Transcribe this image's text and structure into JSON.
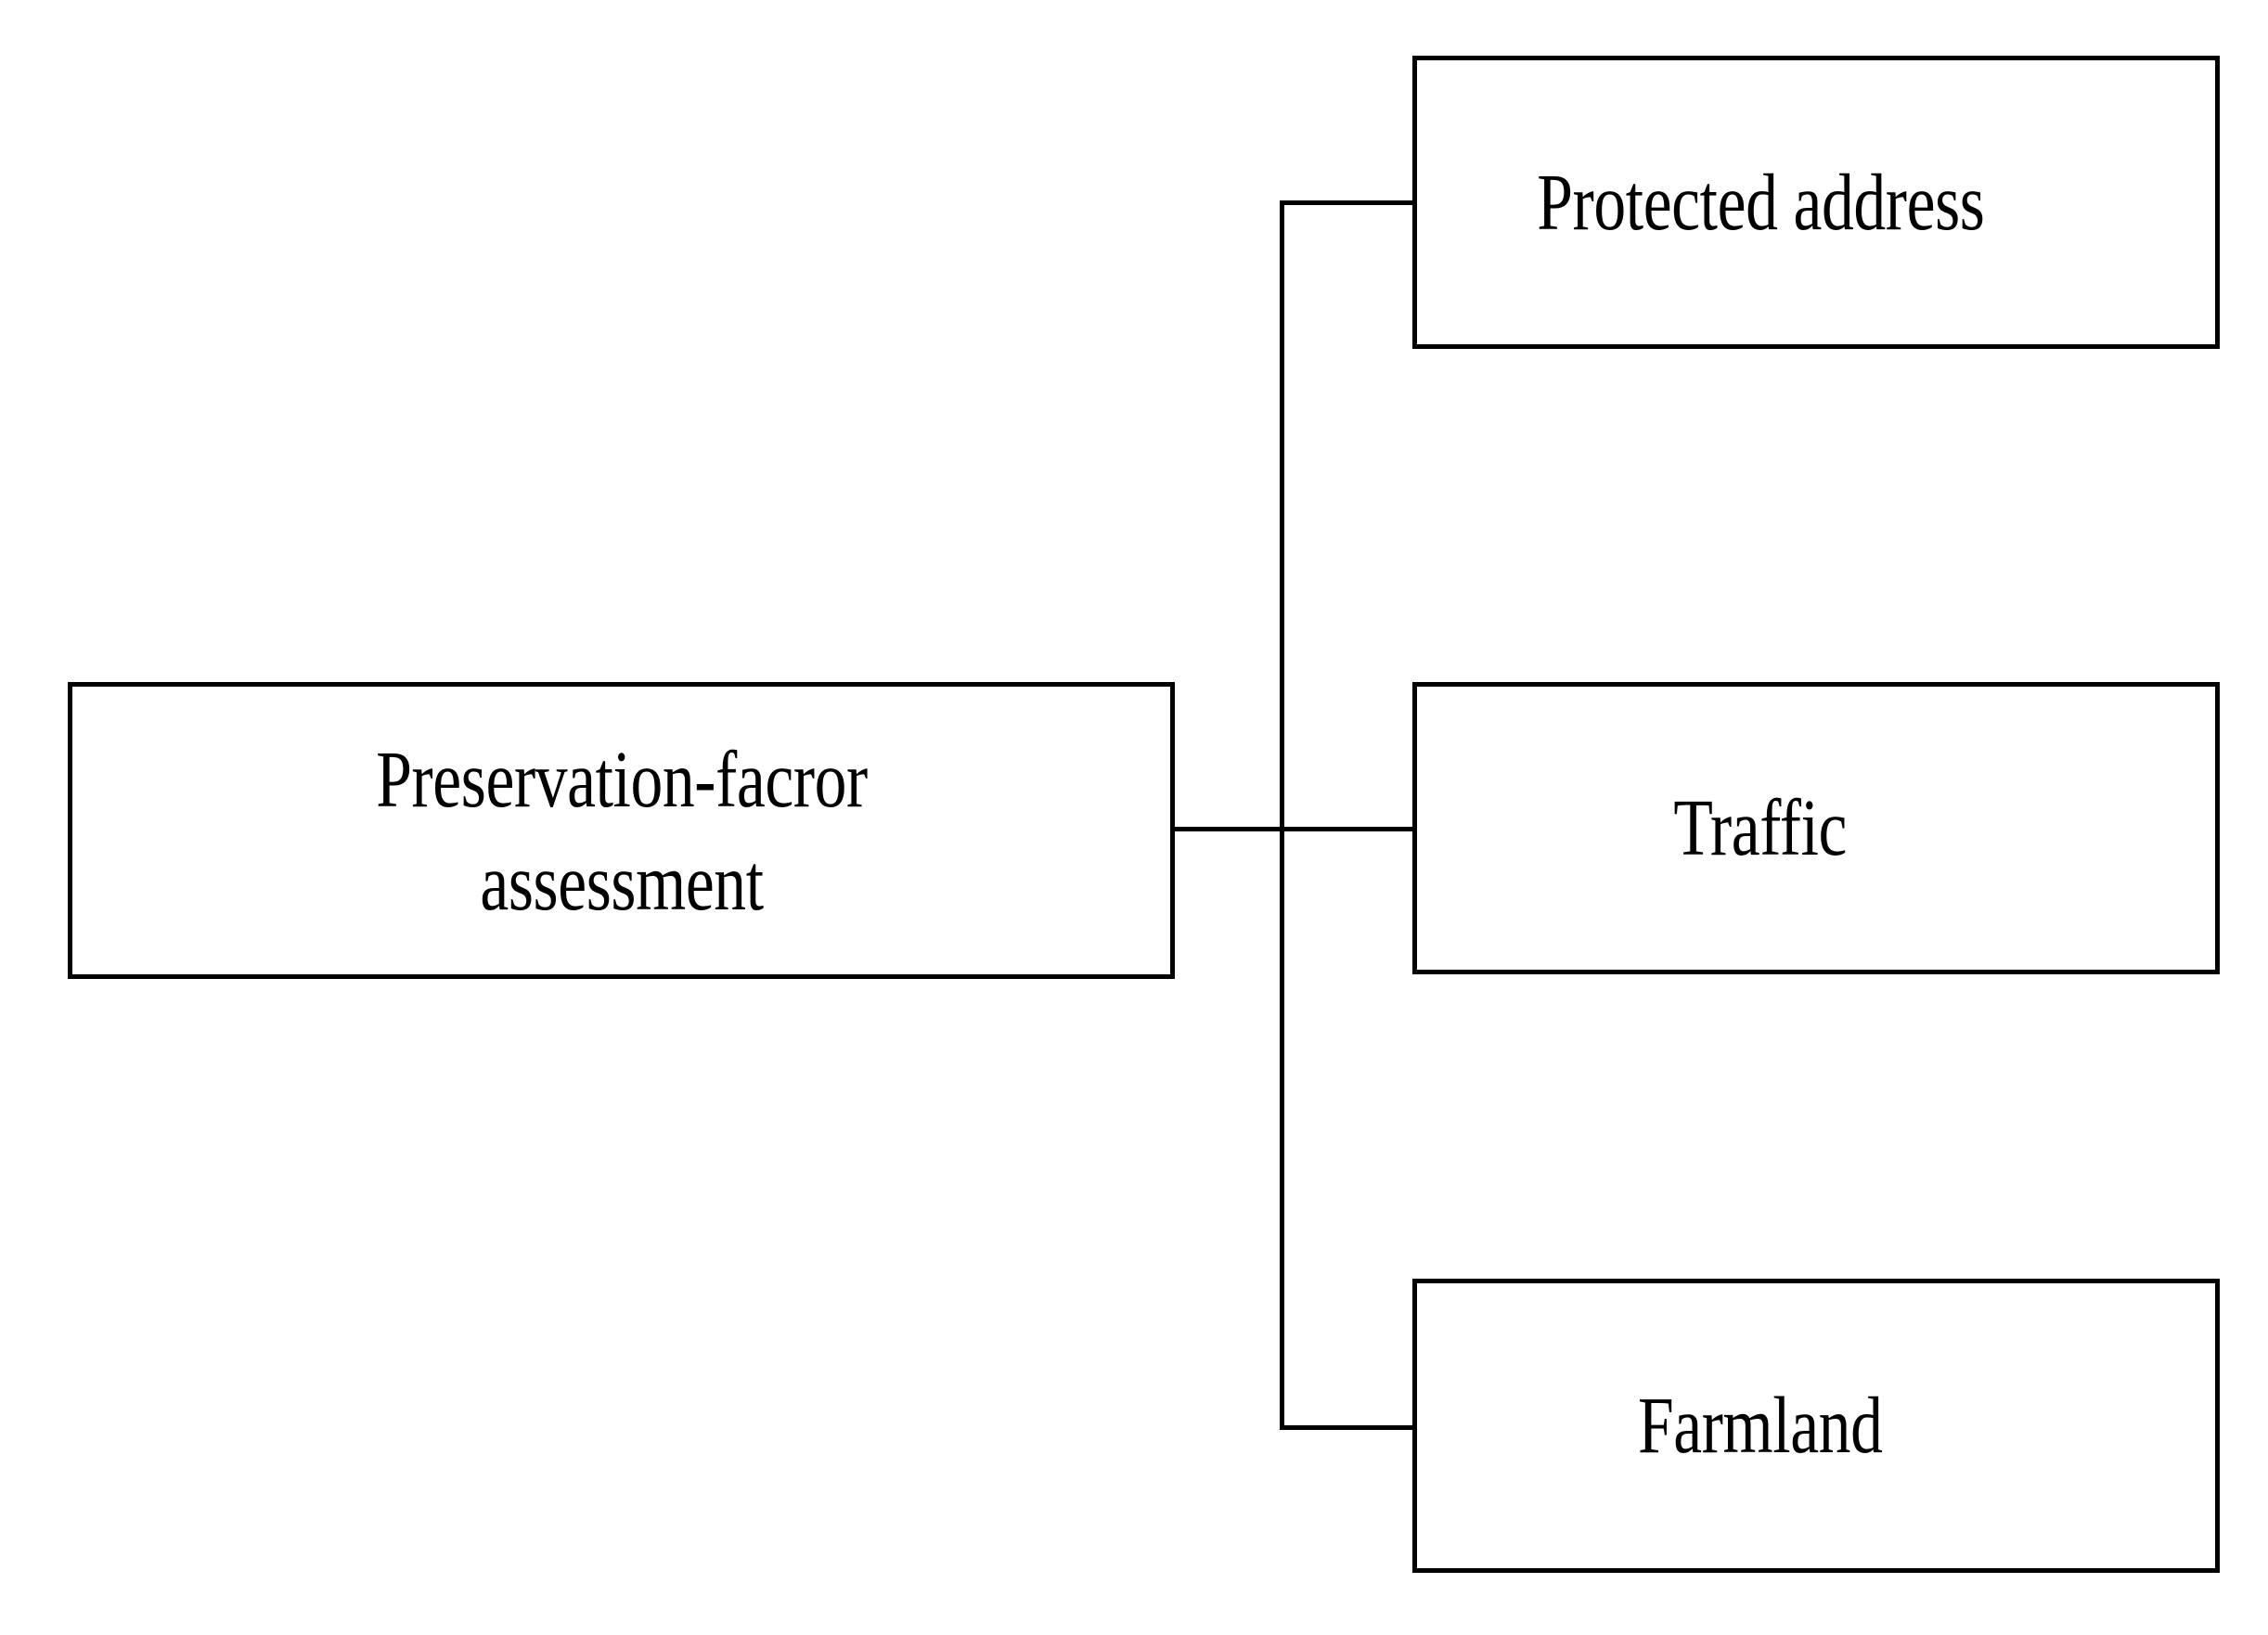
{
  "diagram": {
    "type": "hierarchy-tree",
    "orientation": "left-to-right",
    "background_color": "#ffffff",
    "line_color": "#000000",
    "text_color": "#000000",
    "root": {
      "id": "preservation-factor-assessment",
      "label": "Preservation-facror\nassessment",
      "label_line_1": "Preservation-facror",
      "label_line_2": "assessment"
    },
    "children": [
      {
        "id": "protected-address",
        "label": "Protected address"
      },
      {
        "id": "traffic",
        "label": "Traffic"
      },
      {
        "id": "farmland",
        "label": "Farmland"
      }
    ],
    "edges": [
      {
        "from": "preservation-factor-assessment",
        "to": "protected-address"
      },
      {
        "from": "preservation-factor-assessment",
        "to": "traffic"
      },
      {
        "from": "preservation-factor-assessment",
        "to": "farmland"
      }
    ]
  }
}
